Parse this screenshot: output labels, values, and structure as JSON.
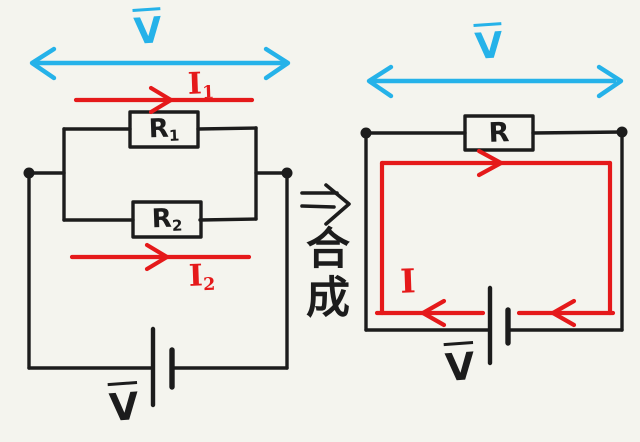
{
  "palette": {
    "background": "#f4f4ee",
    "ink": "#1c1c1c",
    "current_red": "#e5191a",
    "voltage_blue": "#25b2e9"
  },
  "left_circuit": {
    "voltage_label": "V",
    "current1": {
      "base": "I",
      "sub": "1"
    },
    "current2": {
      "base": "I",
      "sub": "2"
    },
    "resistor1": {
      "base": "R",
      "sub": "1"
    },
    "resistor2": {
      "base": "R",
      "sub": "2"
    },
    "battery_label": "V"
  },
  "transition": {
    "arrow_symbol": "⇒",
    "label": "合成"
  },
  "right_circuit": {
    "voltage_label": "V",
    "resistor_label": "R",
    "current_label": "I",
    "battery_label": "V"
  }
}
